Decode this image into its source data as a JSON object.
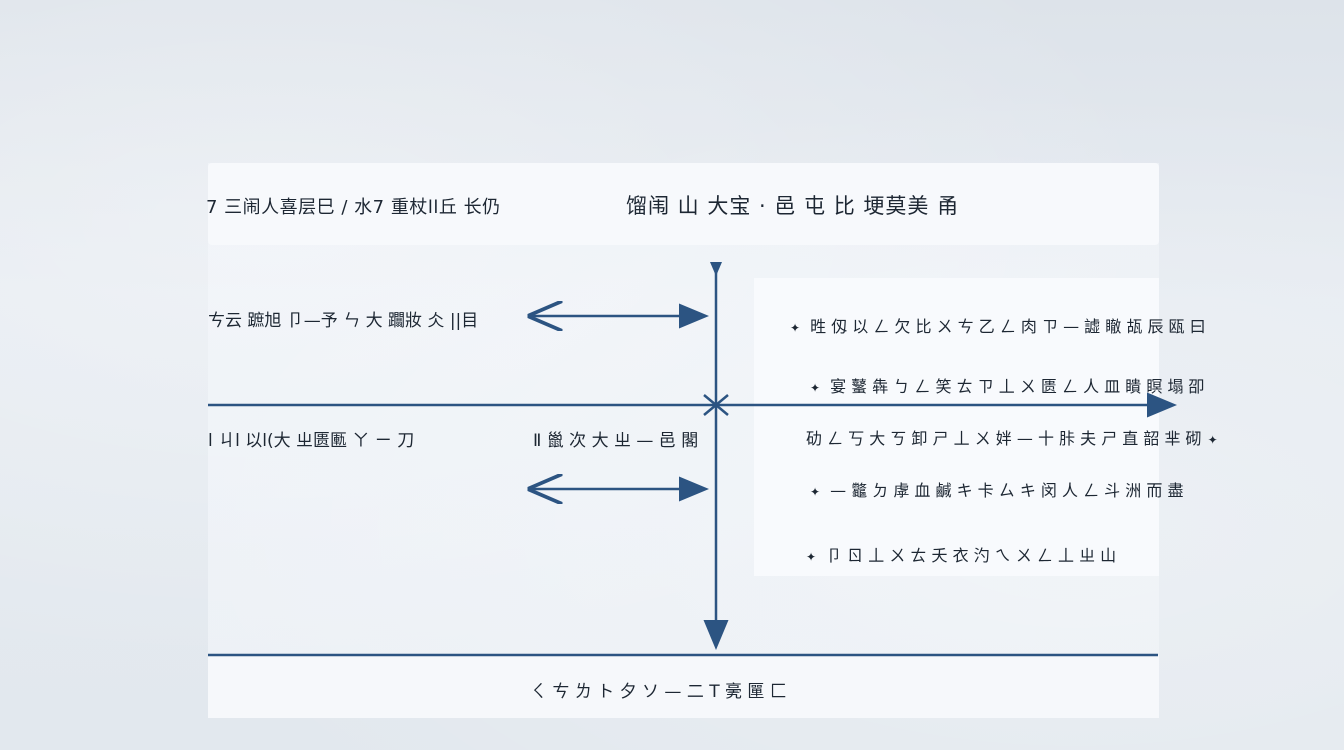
{
  "header": {
    "left_text": "7 三闹人喜层巳 / 水7 重杖ll丘 长仍",
    "title": "馏闱 山 大宝 · 邑 屯 比 埂莫美 甬"
  },
  "left_labels": [
    "ㄘ云 蹠旭 卩—予 ㄣ 大 躢妝 仌 ||目",
    "l ㄐl 以l(大 ㄓ匮匭 ㄚ ㄧ 刀"
  ],
  "center_label": "Ⅱ 巤 次 大 ㄓ — 邑 閣",
  "bullets": [
    "甠 仭 以 ㄥ 欠 比 ㄨ ㄘ 乙 ㄥ 肉 ㄗ — 譃 瞮 瓳 辰 瓯 曰",
    "宴 鼜 犇 ㄅ ㄥ 笑 ㄊ ㄗ 丄 ㄨ 匮 ㄥ 人 皿 瞶 瞑 塌 卲",
    "劯 ㄥ 丂 大 ㄎ 卸 ㄕ 丄 ㄨ 姅 — 十 胩 夫 ㄕ 直 韶 芈 砌",
    "— 龞 ㄉ 虖 血 鹹 キ 卡 ㄙ キ 闵 人 ㄥ 斗 洲 而 盡",
    "卩 ㄖ 丄 ㄨ ㄊ 夭 衣 汋 ㄟ ㄨ ㄥ 丄 ㄓ 山"
  ],
  "footer": {
    "text": "ㄑ ㄘ ㄌ ト 夕 ソ — 二 T 亴 匰 匚"
  },
  "colors": {
    "line": "#2c5482",
    "text": "#1d2733"
  }
}
